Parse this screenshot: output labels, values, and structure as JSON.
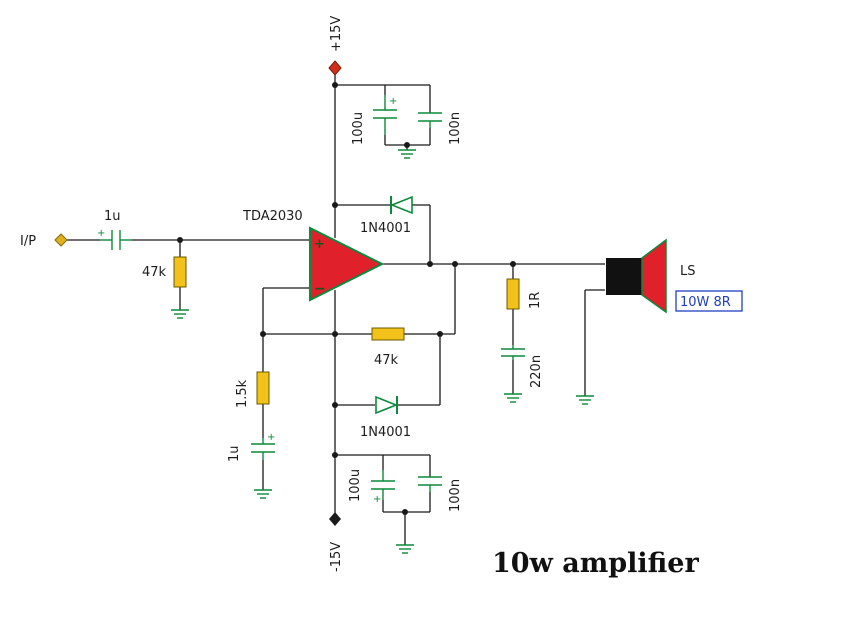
{
  "title": "10w amplifier",
  "supply": {
    "positive": "+15V",
    "negative": "-15V"
  },
  "input_label": "I/P",
  "ic_label": "TDA2030",
  "components": {
    "c_in": "1u",
    "r_in": "47k",
    "c_top_electrolytic": "100u",
    "c_top_ceramic": "100n",
    "d_top": "1N4001",
    "r_feedback": "47k",
    "d_bottom": "1N4001",
    "r_gain": "1.5k",
    "c_gain": "1u",
    "c_bot_electrolytic": "100u",
    "c_bot_ceramic": "100n",
    "r_zobel": "1R",
    "c_zobel": "220n"
  },
  "speaker": {
    "label": "LS",
    "rating": "10W 8R"
  },
  "colors": {
    "wire": "#1a1a1a",
    "component": "#0a8a3a",
    "opamp_fill": "#e0202a",
    "resistor_fill": "#f2c21a",
    "rating_box": "#2040c0",
    "positive_node": "#d0301a",
    "input_node": "#e0b020"
  }
}
